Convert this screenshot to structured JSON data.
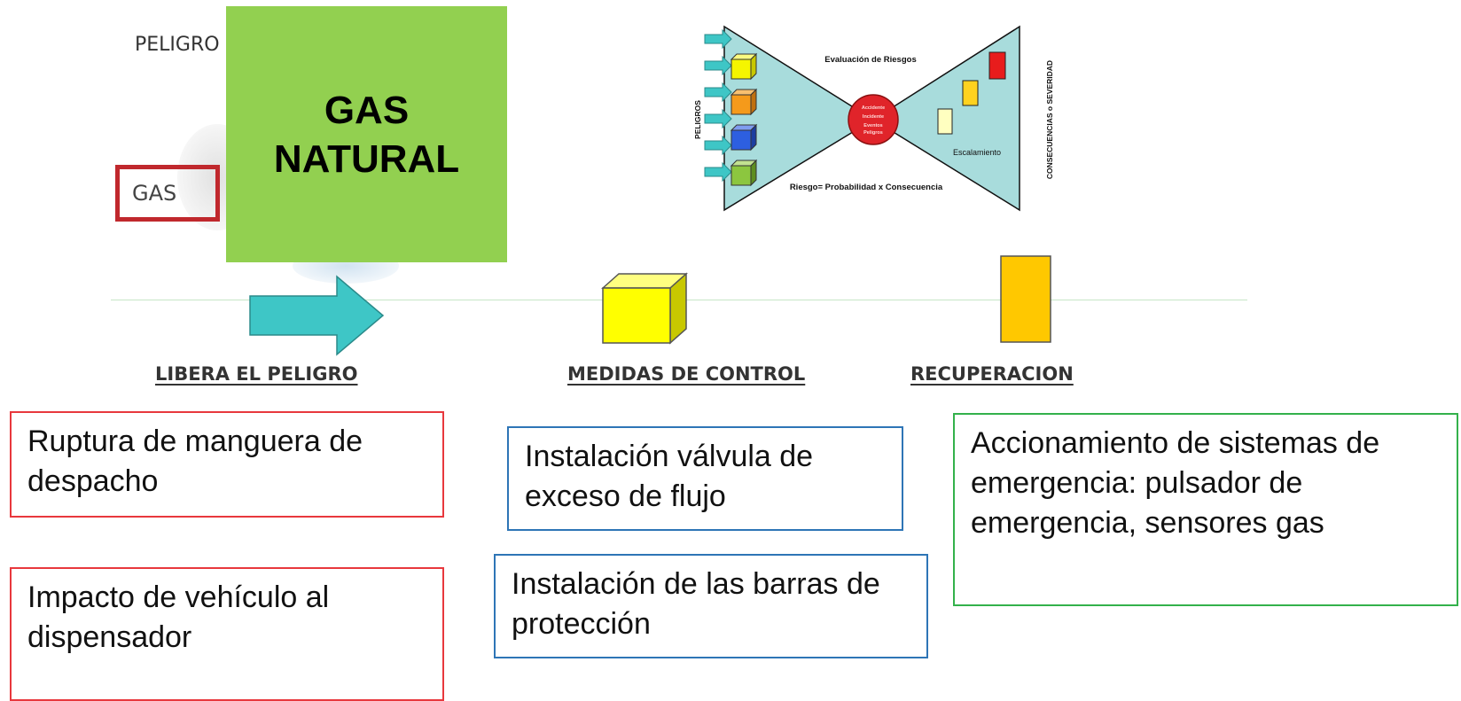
{
  "hazard_panel": {
    "peligro_label": "PELIGRO",
    "gas_label": "GAS"
  },
  "central_hazard": {
    "line1": "GAS",
    "line2": "NATURAL"
  },
  "bowtie": {
    "top_label": "Evaluación de Riesgos",
    "bottom_label": "Riesgo= Probabilidad x Consecuencia",
    "left_label": "PELIGROS",
    "right_label": "CONSECUENCIAS o SEVERIDAD",
    "escalation_label": "Escalamiento",
    "center_lines": [
      "Accidente",
      "Incidente",
      "Eventos",
      "Peligros"
    ],
    "colors": {
      "teal": "#a8dcdc",
      "center": "#e0242a",
      "arrow": "#3ec6c6"
    }
  },
  "sections": {
    "release": "LIBERA EL PELIGRO",
    "control": "MEDIDAS DE CONTROL",
    "recovery": "RECUPERACION"
  },
  "causes": [
    "Ruptura de manguera de despacho",
    "Impacto de vehículo al dispensador"
  ],
  "controls": [
    "Instalación  válvula de exceso de flujo",
    "Instalación de las barras de protección"
  ],
  "recovery_text": "Accionamiento de sistemas de emergencia: pulsador de emergencia, sensores gas"
}
